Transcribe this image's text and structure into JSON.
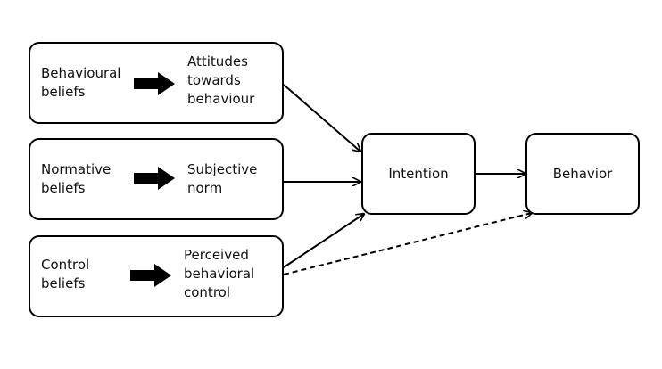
{
  "rows": [
    {
      "left": "Behavioural\nbeliefs",
      "right": "Attitudes\ntowards\nbehaviour"
    },
    {
      "left": "Normative\nbeliefs",
      "right": "Subjective\nnorm"
    },
    {
      "left": "Control\nbeliefs",
      "right": "Perceived\nbehavioral\ncontrol"
    }
  ],
  "intention": "Intention",
  "behavior": "Behavior",
  "icons": {
    "fat_arrow": "block-arrow-right"
  }
}
